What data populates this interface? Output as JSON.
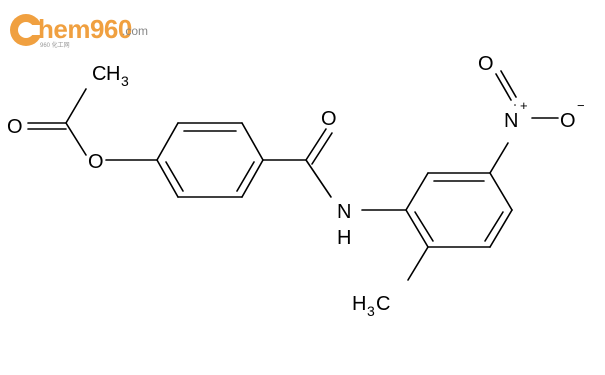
{
  "logo": {
    "main": "hem960",
    "com": ".com",
    "sub": "960 化工网"
  },
  "atoms": {
    "ch3_top_c": "C",
    "ch3_top_h": "H",
    "ch3_top_3": "3",
    "ester_o_carbonyl": "O",
    "ester_o_link": "O",
    "amide_o": "O",
    "nh_n": "N",
    "nh_h": "H",
    "nitro_n": "N",
    "nitro_n_charge": "+",
    "nitro_o_top": "O",
    "nitro_o_minus": "O",
    "nitro_o_charge": "−",
    "ch3_bottom_h": "H",
    "ch3_bottom_3": "3",
    "ch3_bottom_c": "C"
  }
}
